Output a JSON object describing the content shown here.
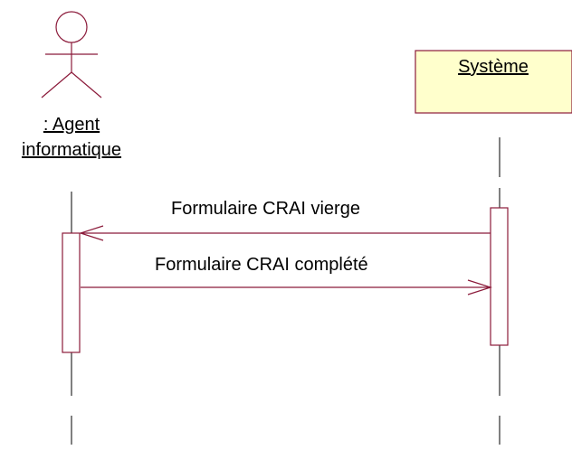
{
  "actor": {
    "name_line1": ": Agent",
    "name_line2": "informatique"
  },
  "object": {
    "name": "Système"
  },
  "messages": [
    {
      "label": "Formulaire CRAI vierge",
      "direction": "right-to-left"
    },
    {
      "label": "Formulaire CRAI complété",
      "direction": "left-to-right"
    }
  ],
  "colors": {
    "line": "#8b1a3a",
    "object_fill": "#ffffcc",
    "lifeline": "#000000"
  }
}
